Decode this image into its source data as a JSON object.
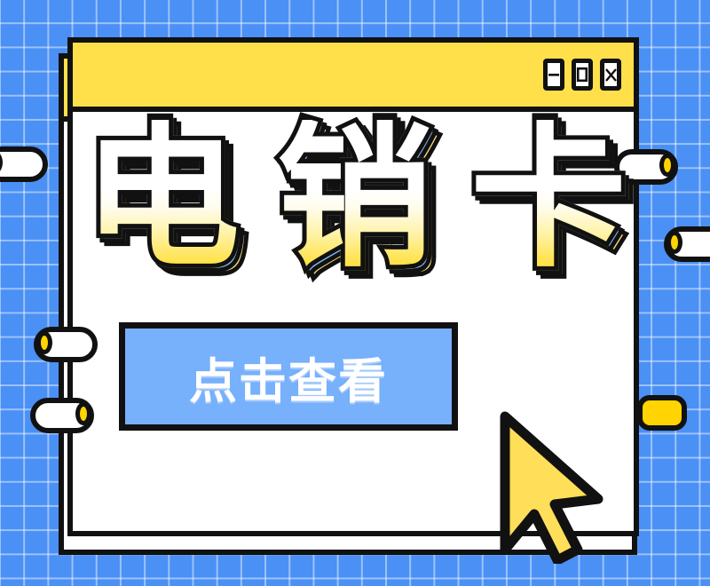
{
  "background": {
    "kind": "blue-grid-paper",
    "color": "#4a90f5",
    "grid_line_color": "#ffffff"
  },
  "window": {
    "title": "",
    "titlebar_color": "#ffe04a",
    "body_color": "#ffffff",
    "outline_color": "#111111",
    "controls": [
      {
        "name": "minimize",
        "glyph": "minimize-icon",
        "symbol": "–"
      },
      {
        "name": "maximize",
        "glyph": "maximize-icon",
        "symbol": "□"
      },
      {
        "name": "close",
        "glyph": "close-icon",
        "symbol": "X"
      }
    ]
  },
  "headline": {
    "full_text": "电销卡",
    "characters": [
      "电",
      "销",
      "卡"
    ],
    "face_gradient_from": "#ffffff",
    "face_gradient_to": "#ffdc35",
    "accent_color": "#7ab4f5",
    "outline_color": "#111111"
  },
  "cta": {
    "label": "点击查看",
    "fill_color": "#77b0fb",
    "text_color": "#ffffff",
    "outline_color": "#111111"
  },
  "decorations": {
    "pins": [
      {
        "id": "left-top",
        "cap_side": "left",
        "cap_color": "#ffd400"
      },
      {
        "id": "left-mid",
        "cap_side": "left",
        "cap_color": "#ffd400"
      },
      {
        "id": "left-low",
        "cap_side": "right",
        "cap_color": "#ffd400"
      },
      {
        "id": "right-top",
        "cap_side": "right",
        "cap_color": "#ffd400"
      },
      {
        "id": "right-mid",
        "cap_side": "left",
        "cap_color": "#ffd400"
      },
      {
        "id": "right-low",
        "cap_side": "none",
        "cap_color": "#ffd400"
      }
    ],
    "cursor": {
      "name": "mouse-pointer",
      "fill_color": "#ffde59",
      "outline_color": "#111111"
    }
  }
}
